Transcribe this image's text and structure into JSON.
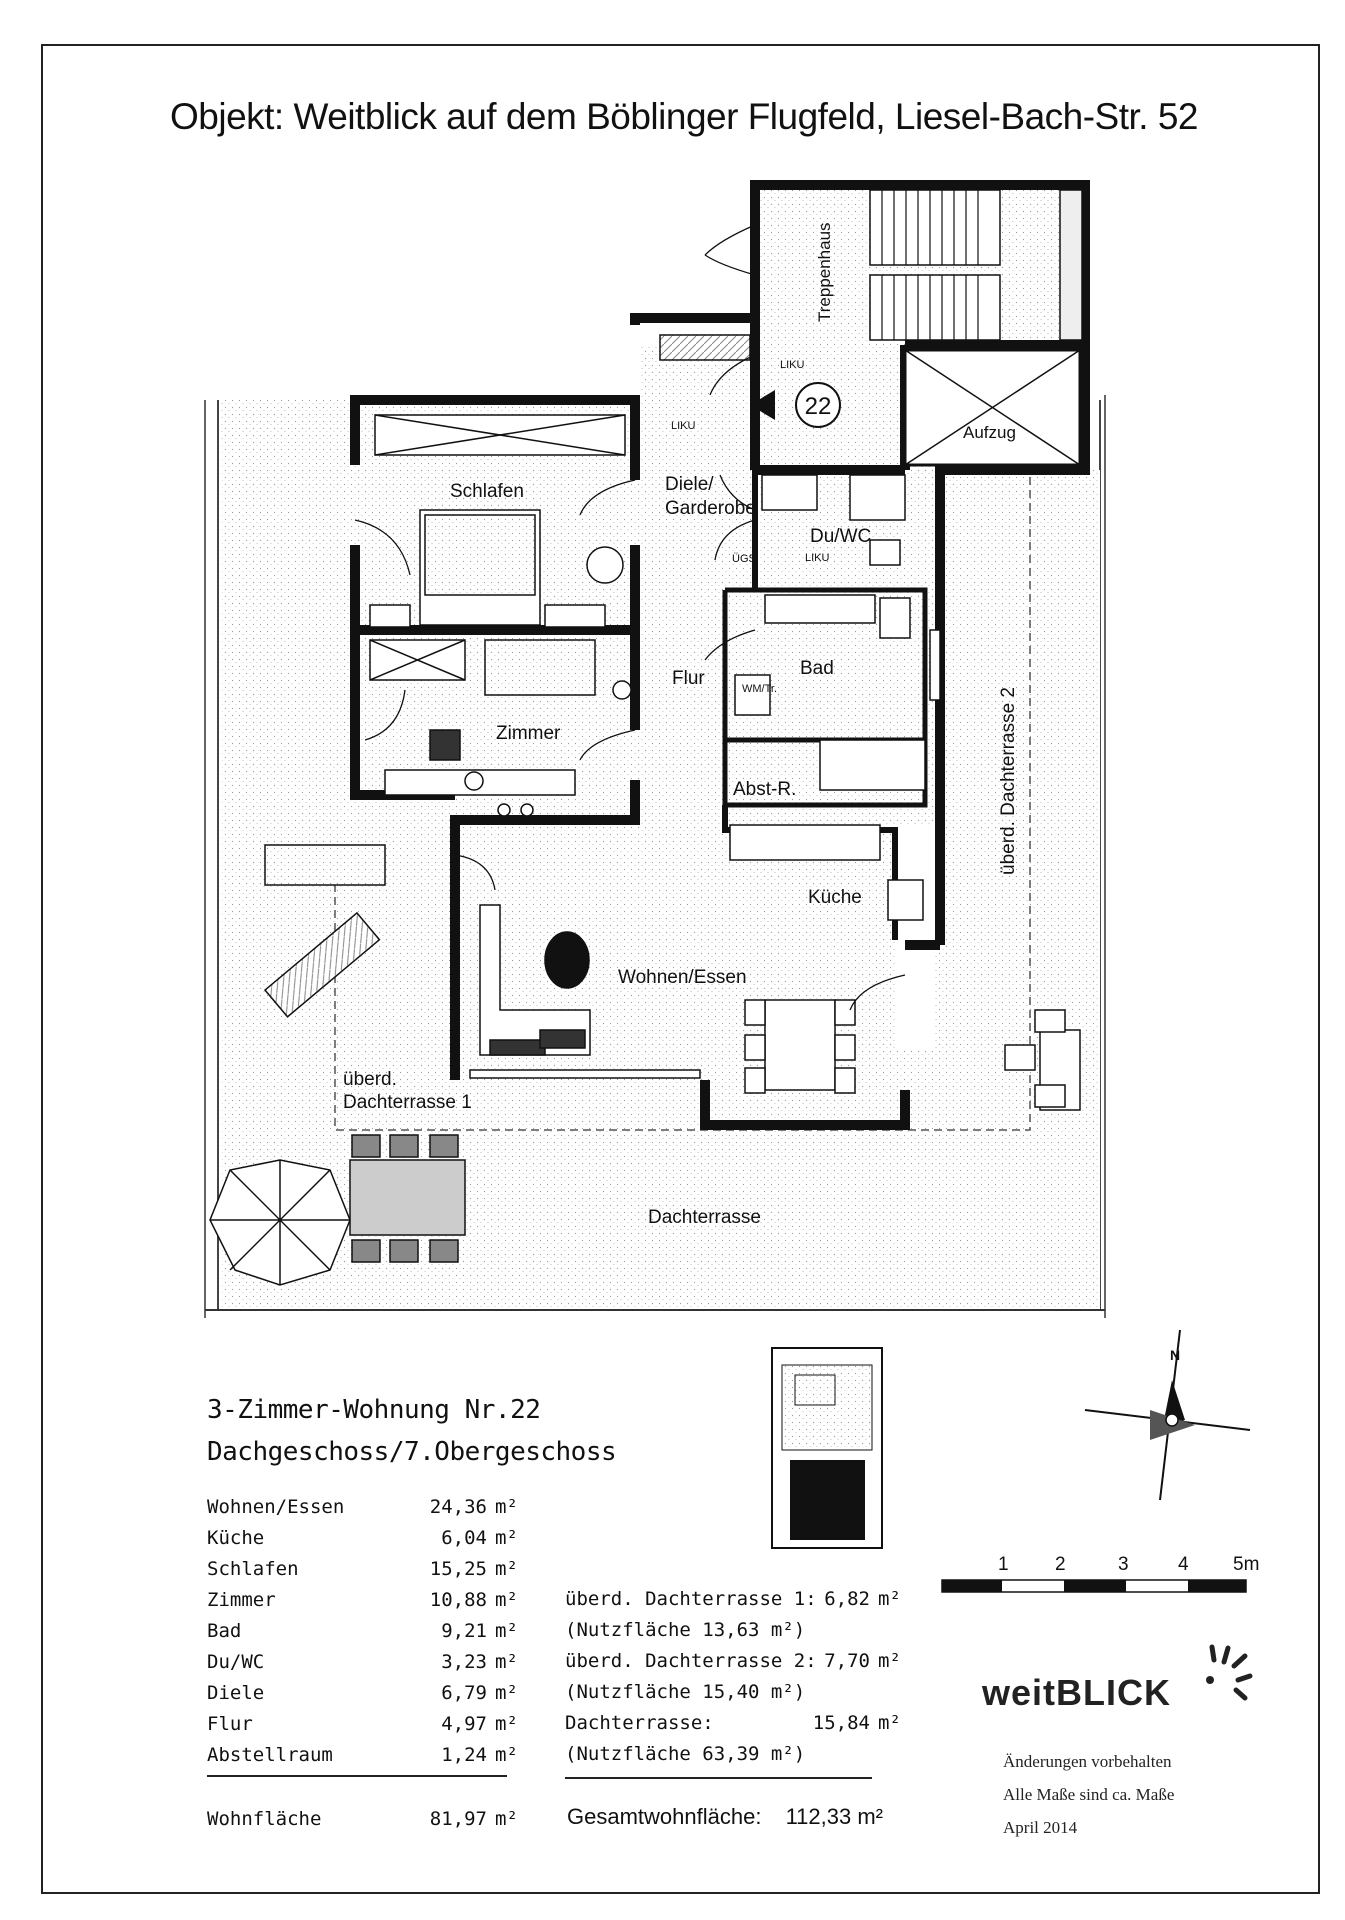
{
  "title": "Objekt: Weitblick auf dem Böblinger Flugfeld, Liesel-Bach-Str. 52",
  "plan": {
    "rooms": {
      "schlafen": "Schlafen",
      "diele": "Diele/",
      "garderobe": "Garderobe",
      "du_wc": "Du/WC",
      "flur": "Flur",
      "bad": "Bad",
      "zimmer": "Zimmer",
      "abst_r": "Abst-R.",
      "kueche": "Küche",
      "wohnen_essen": "Wohnen/Essen",
      "treppenhaus": "Treppenhaus",
      "aufzug": "Aufzug",
      "uberd_1a": "überd.",
      "uberd_1b": "Dachterrasse 1",
      "uberd_2": "überd. Dachterrasse 2",
      "dachterrasse": "Dachterrasse"
    },
    "small_labels": {
      "liku_1": "LIKU",
      "liku_2": "LIKU",
      "liku_3": "LIKU",
      "ugs": "ÜGS",
      "wm_tr": "WM/Tr."
    },
    "unit_number": "22",
    "north": "N"
  },
  "summary": {
    "heading_1": "3-Zimmer-Wohnung Nr.22",
    "heading_2": "Dachgeschoss/7.Obergeschoss",
    "areas": [
      {
        "name": "Wohnen/Essen",
        "value": "24,36",
        "unit": "m²"
      },
      {
        "name": "Küche",
        "value": "6,04",
        "unit": "m²"
      },
      {
        "name": "Schlafen",
        "value": "15,25",
        "unit": "m²"
      },
      {
        "name": "Zimmer",
        "value": "10,88",
        "unit": "m²"
      },
      {
        "name": "Bad",
        "value": "9,21",
        "unit": "m²"
      },
      {
        "name": "Du/WC",
        "value": "3,23",
        "unit": "m²"
      },
      {
        "name": "Diele",
        "value": "6,79",
        "unit": "m²"
      },
      {
        "name": "Flur",
        "value": "4,97",
        "unit": "m²"
      },
      {
        "name": "Abstellraum",
        "value": "1,24",
        "unit": "m²"
      }
    ],
    "wohnflaeche_label": "Wohnfläche",
    "wohnflaeche_value": "81,97",
    "wohnflaeche_unit": "m²"
  },
  "terraces": [
    {
      "name": "überd. Dachterrasse 1:",
      "value": "6,82",
      "unit": "m²"
    },
    {
      "name": "(Nutzfläche 13,63 m²)",
      "value": "",
      "unit": ""
    },
    {
      "name": "überd. Dachterrasse 2:",
      "value": "7,70",
      "unit": "m²"
    },
    {
      "name": "(Nutzfläche 15,40 m²)",
      "value": "",
      "unit": ""
    },
    {
      "name": "Dachterrasse:",
      "value": "15,84",
      "unit": "m²"
    },
    {
      "name": "(Nutzfläche 63,39 m²)",
      "value": "",
      "unit": ""
    }
  ],
  "gesamt": {
    "label": "Gesamtwohnfläche:",
    "value": "112,33 m²"
  },
  "scale": {
    "ticks": [
      "1",
      "2",
      "3",
      "4",
      "5m"
    ]
  },
  "brand": {
    "name": "weitBLICK"
  },
  "notes": [
    "Änderungen vorbehalten",
    "Alle Maße sind ca. Maße",
    "April 2014"
  ]
}
